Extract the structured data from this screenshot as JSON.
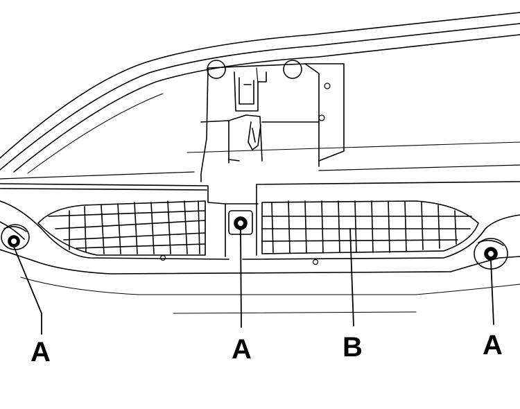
{
  "diagram": {
    "labels": {
      "a_left": "A",
      "a_center": "A",
      "b": "B",
      "a_right": "A"
    },
    "line_color": "#000000",
    "background_color": "#ffffff"
  }
}
